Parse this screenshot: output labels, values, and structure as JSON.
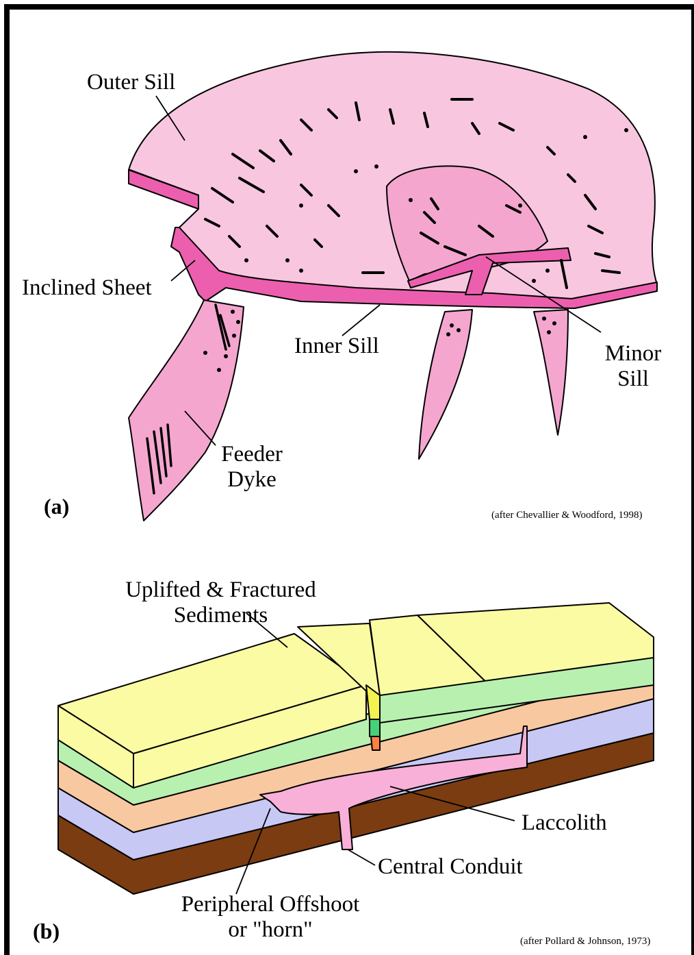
{
  "panel_a": {
    "panel_label": "(a)",
    "labels": {
      "outer_sill": "Outer Sill",
      "inclined_sheet": "Inclined Sheet",
      "inner_sill": "Inner Sill",
      "minor_sill_1": "Minor",
      "minor_sill_2": "Sill",
      "feeder_dyke_1": "Feeder",
      "feeder_dyke_2": "Dyke"
    },
    "citation": "(after Chevallier & Woodford, 1998)"
  },
  "panel_b": {
    "panel_label": "(b)",
    "labels": {
      "uplifted_1": "Uplifted & Fractured",
      "uplifted_2": "Sediments",
      "laccolith": "Laccolith",
      "central_conduit": "Central Conduit",
      "offshoot_1": "Peripheral Offshoot",
      "offshoot_2": "or \"horn\""
    },
    "citation": "(after Pollard & Johnson, 1973)"
  },
  "colors": {
    "sill_light": "#f8c6df",
    "sill_mid": "#f4a6cf",
    "sill_dark": "#ec5fae",
    "sediment_top": "#fbfba3",
    "sediment_green": "#b8f0b0",
    "sediment_orange": "#f8c8a0",
    "sediment_lavender": "#c8c8f4",
    "basement_brown": "#7a3c10"
  }
}
